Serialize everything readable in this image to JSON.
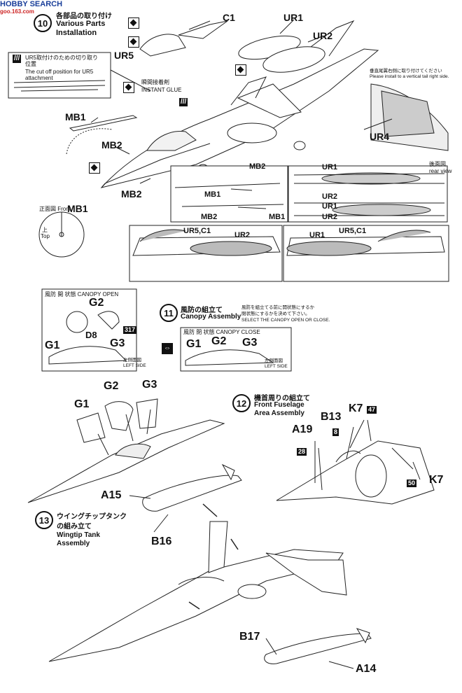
{
  "watermark": {
    "brand": "HOBBY SEARCH",
    "site": "goo.163.com"
  },
  "step10": {
    "num": "10",
    "title_jp": "各部品の取り付け",
    "title_en": "Various Parts Installation",
    "note_box": {
      "jp": "UR5取付けのための切り取り位置",
      "en": "The cut off position for UR5 attachment"
    },
    "glue_jp": "瞬間接着剤",
    "glue_en": "INSTANT GLUE",
    "tail_note_jp": "垂直尾翼右側に取り付けてください",
    "tail_note_en": "Please install to a vertical tail right side.",
    "rear_view_jp": "後面図",
    "rear_view_en": "rear view",
    "front_view_jp": "正面図",
    "front_view_en": "Front",
    "top_jp": "上",
    "top_en": "Top"
  },
  "parts": {
    "C1": "C1",
    "UR1": "UR1",
    "UR2": "UR2",
    "UR4": "UR4",
    "UR5": "UR5",
    "MB1": "MB1",
    "MB2": "MB2",
    "UR5C1": "UR5,C1",
    "G1": "G1",
    "G2": "G2",
    "G3": "G3",
    "D8": "D8",
    "A19": "A19",
    "B13": "B13",
    "K7": "K7",
    "A15": "A15",
    "B16": "B16",
    "B17": "B17",
    "A14": "A14"
  },
  "paint": {
    "p317": "317",
    "p8": "8",
    "p28": "28",
    "p47": "47",
    "p50": "50"
  },
  "step11": {
    "num": "11",
    "title_jp": "風防の組立て",
    "title_en": "Canopy Assembly",
    "note_jp1": "風防を組立てる前に開状態にするか",
    "note_jp2": "閉状態にするかを決めて下さい。",
    "note_en": "SELECT THE CANOPY OPEN OR CLOSE.",
    "open_label": "風防 開 状態  CANOPY OPEN",
    "close_label": "風防 閉 状態  CANOPY CLOSE",
    "left_side_jp": "左側面図",
    "left_side_en": "LEFT SIDE"
  },
  "step12": {
    "num": "12",
    "title_jp": "機首周りの組立て",
    "title_en1": "Front Fuselage",
    "title_en2": "Area Assembly"
  },
  "step13": {
    "num": "13",
    "title_jp1": "ウイングチップタンク",
    "title_jp2": "の組み立て",
    "title_en1": "Wingtip Tank",
    "title_en2": "Assembly"
  }
}
